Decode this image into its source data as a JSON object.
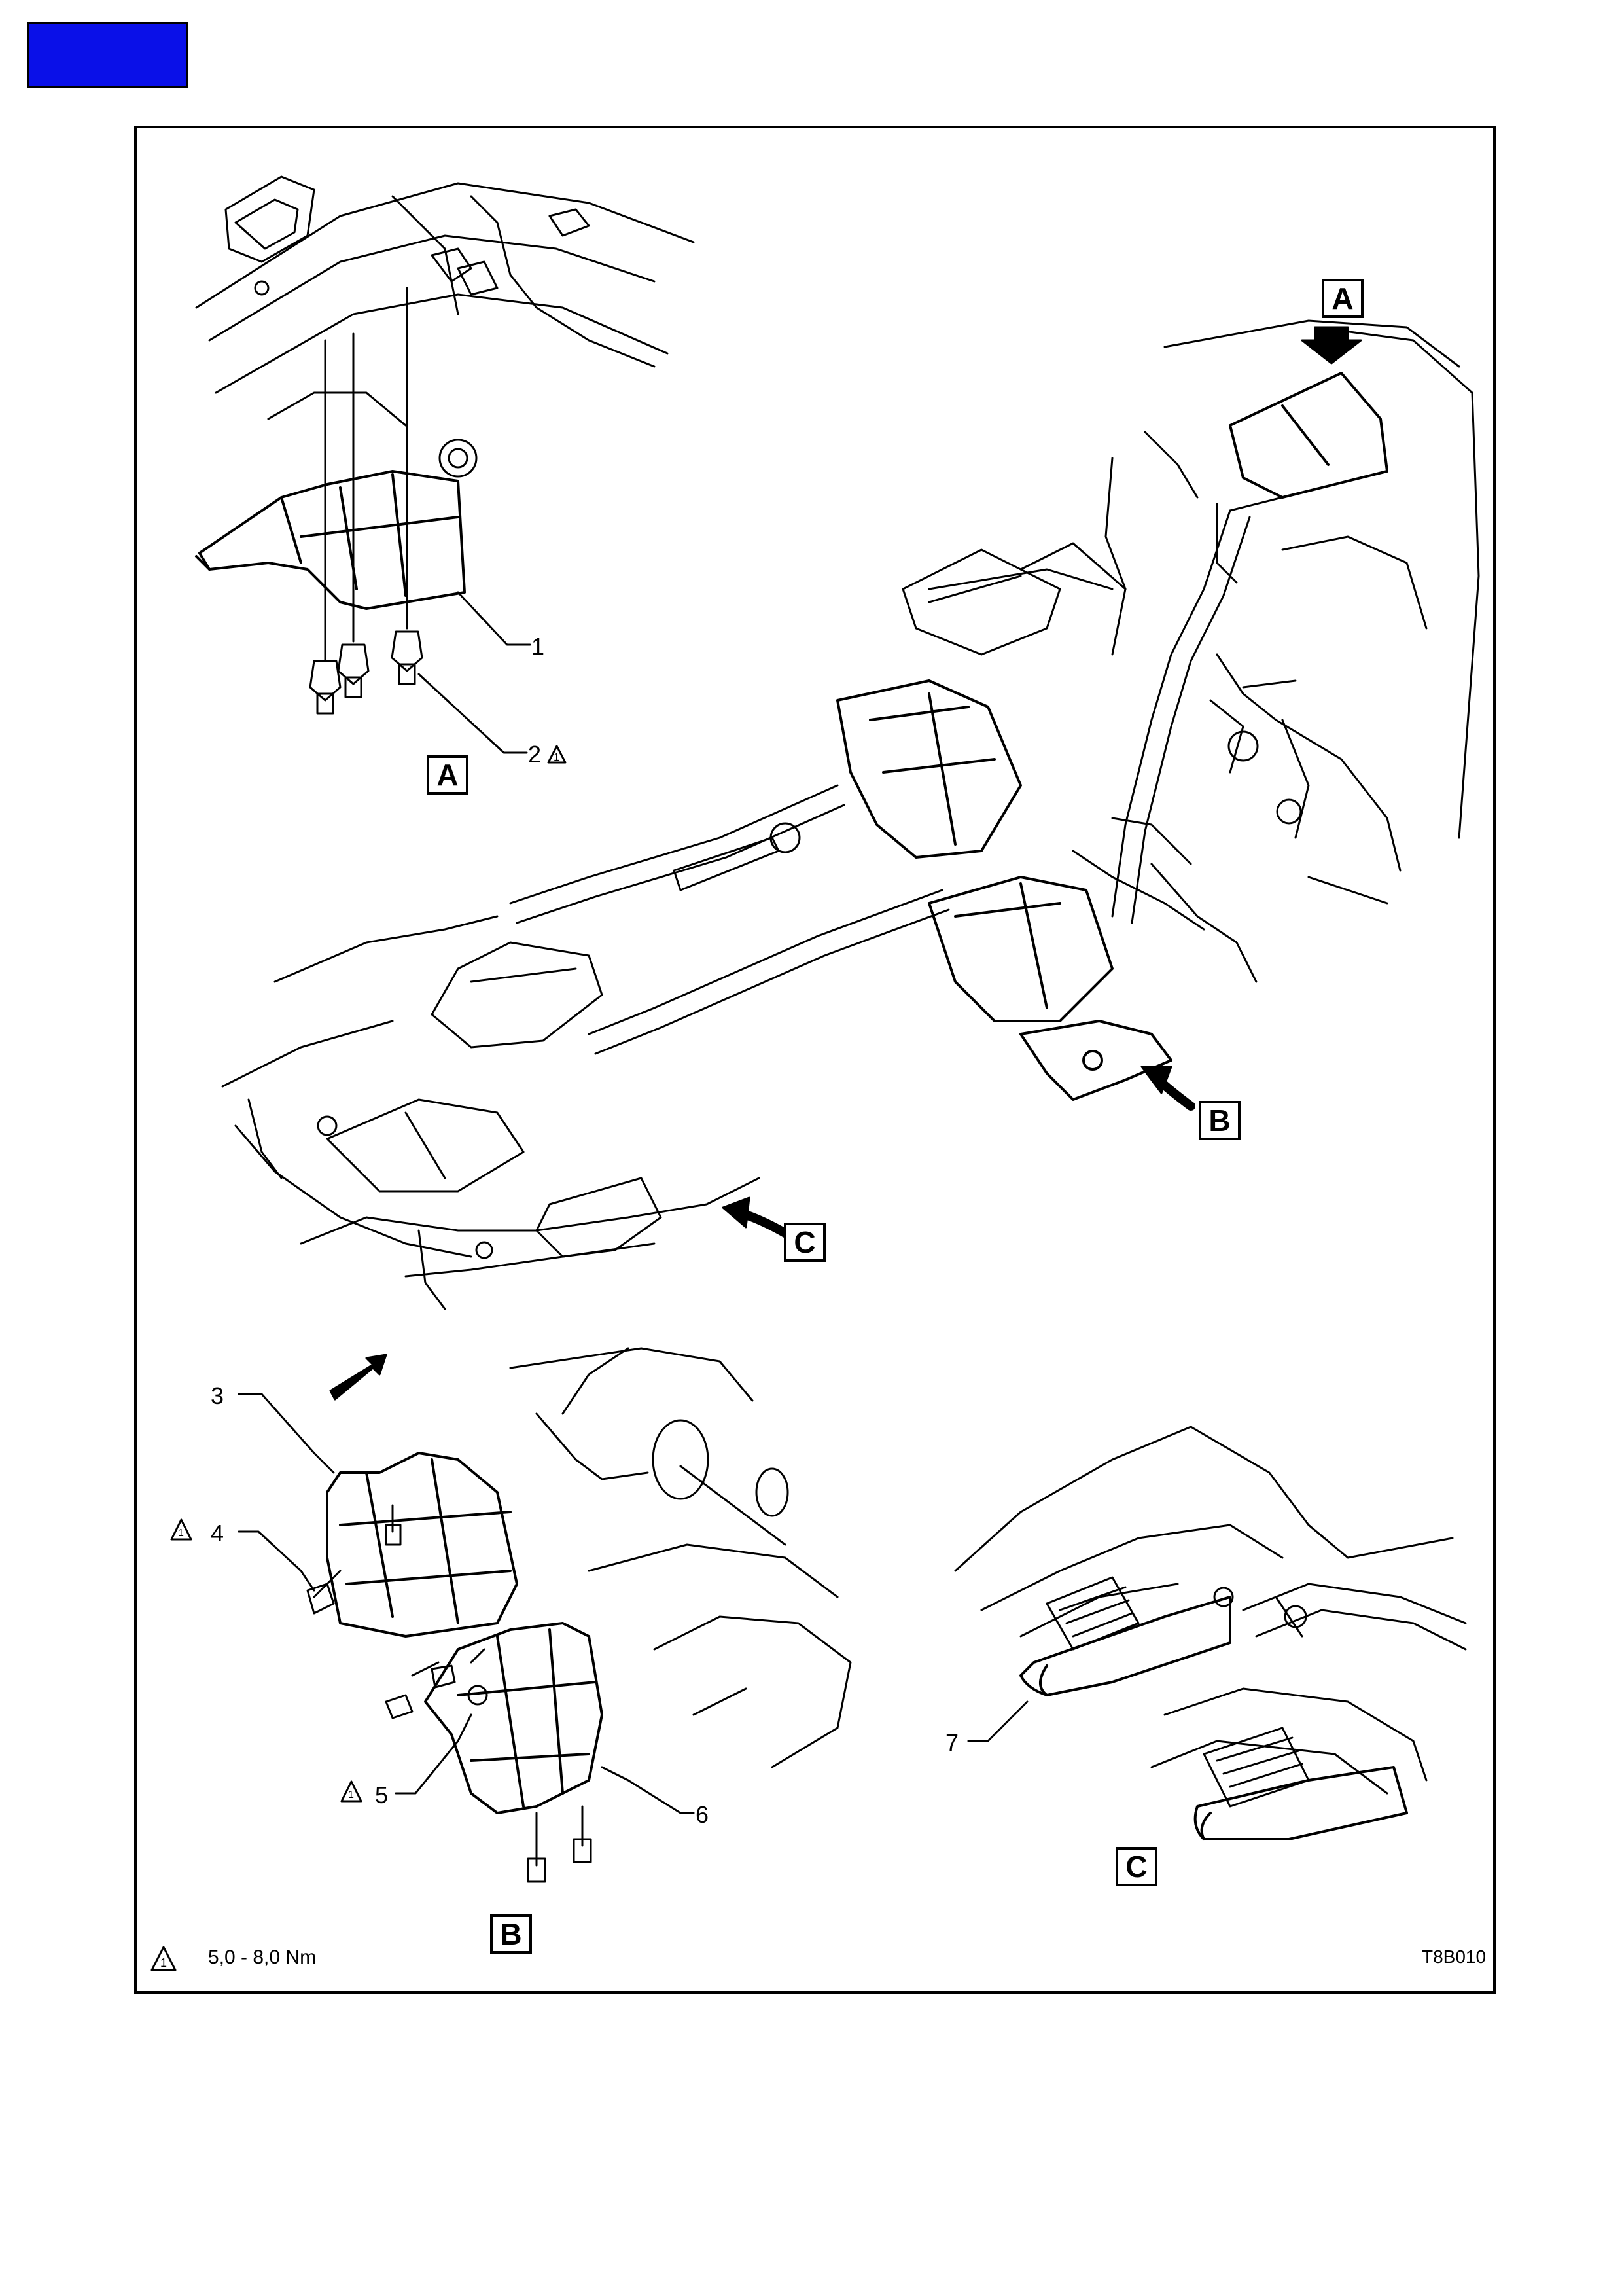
{
  "header": {
    "tab_color": "#0a10e8"
  },
  "views": [
    {
      "letter": "A",
      "role": "overview-callout"
    },
    {
      "letter": "B",
      "role": "overview-callout"
    },
    {
      "letter": "C",
      "role": "overview-callout"
    },
    {
      "letter": "A",
      "role": "detail-caption"
    },
    {
      "letter": "B",
      "role": "detail-caption"
    },
    {
      "letter": "C",
      "role": "detail-caption"
    }
  ],
  "callouts": {
    "c1": "1",
    "c2": "2",
    "c3": "3",
    "c4": "4",
    "c5": "5",
    "c6": "6",
    "c7": "7"
  },
  "torque_symbol": "1",
  "footer": {
    "torque_spec": "5,0 - 8,0 Nm",
    "figure_code": "T8B010"
  }
}
